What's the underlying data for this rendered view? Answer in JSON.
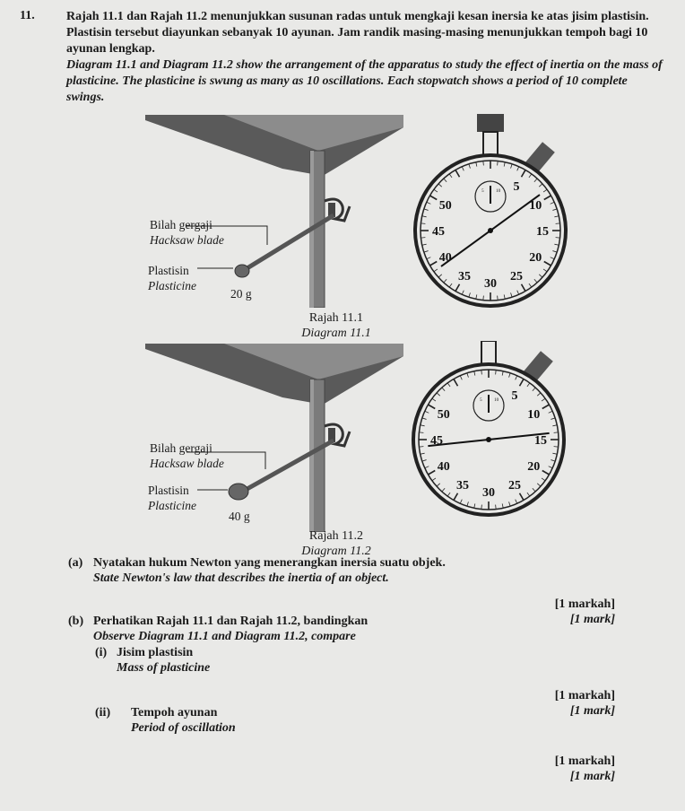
{
  "question": {
    "number": "11.",
    "intro_malay": "Rajah 11.1 dan Rajah 11.2 menunjukkan susunan radas untuk mengkaji kesan inersia ke atas jisim plastisin. Plastisin tersebut diayunkan sebanyak 10 ayunan. Jam randik masing-masing menunjukkan tempoh bagi 10 ayunan lengkap.",
    "intro_english": "Diagram 11.1 and Diagram 11.2 show the arrangement of the apparatus to study the effect of inertia on the mass of plasticine. The plasticine is swung as many as 10 oscillations. Each stopwatch shows a period of 10 complete swings."
  },
  "diagram1": {
    "blade_malay": "Bilah gergaji",
    "blade_english": "Hacksaw blade",
    "plasticine_malay": "Plastisin",
    "plasticine_english": "Plasticine",
    "mass": "20 g",
    "caption_malay": "Rajah 11.1",
    "caption_english": "Diagram 11.1",
    "stopwatch": {
      "outer_numbers": [
        "5",
        "10",
        "15",
        "20",
        "25",
        "30",
        "35",
        "40",
        "45",
        "50"
      ],
      "inner_dial_numbers": [
        "10",
        "5"
      ],
      "hand_position_seconds": 9,
      "hand_end_position_seconds": 39
    }
  },
  "diagram2": {
    "blade_malay": "Bilah gergaji",
    "blade_english": "Hacksaw blade",
    "plasticine_malay": "Plastisin",
    "plasticine_english": "Plasticine",
    "mass": "40 g",
    "caption_malay": "Rajah 11.2",
    "caption_english": "Diagram 11.2",
    "stopwatch": {
      "outer_numbers": [
        "5",
        "10",
        "15",
        "20",
        "25",
        "30",
        "35",
        "40",
        "45",
        "50"
      ],
      "inner_dial_numbers": [
        "10",
        "5"
      ],
      "hand_position_seconds": 14,
      "hand_end_position_seconds": 44
    }
  },
  "part_a": {
    "label": "(a)",
    "malay": "Nyatakan hukum Newton yang menerangkan inersia suatu objek.",
    "english": "State Newton's law that describes the inertia of an object.",
    "marks_malay": "[1 markah]",
    "marks_english": "[1 mark]"
  },
  "part_b": {
    "label": "(b)",
    "malay": "Perhatikan Rajah 11.1 dan Rajah 11.2, bandingkan",
    "english": "Observe Diagram 11.1 and Diagram 11.2, compare",
    "sub_i": {
      "label": "(i)",
      "malay": "Jisim plastisin",
      "english": "Mass of plasticine",
      "marks_malay": "[1 markah]",
      "marks_english": "[1 mark]"
    },
    "sub_ii": {
      "label": "(ii)",
      "malay": "Tempoh ayunan",
      "english": "Period of oscillation",
      "marks_malay": "[1 markah]",
      "marks_english": "[1 mark]"
    }
  },
  "colors": {
    "paper": "#e9e9e7",
    "ink": "#1a1a1a",
    "table_dark": "#555555",
    "table_light": "#8a8a8a",
    "leg": "#7b7b7b"
  }
}
